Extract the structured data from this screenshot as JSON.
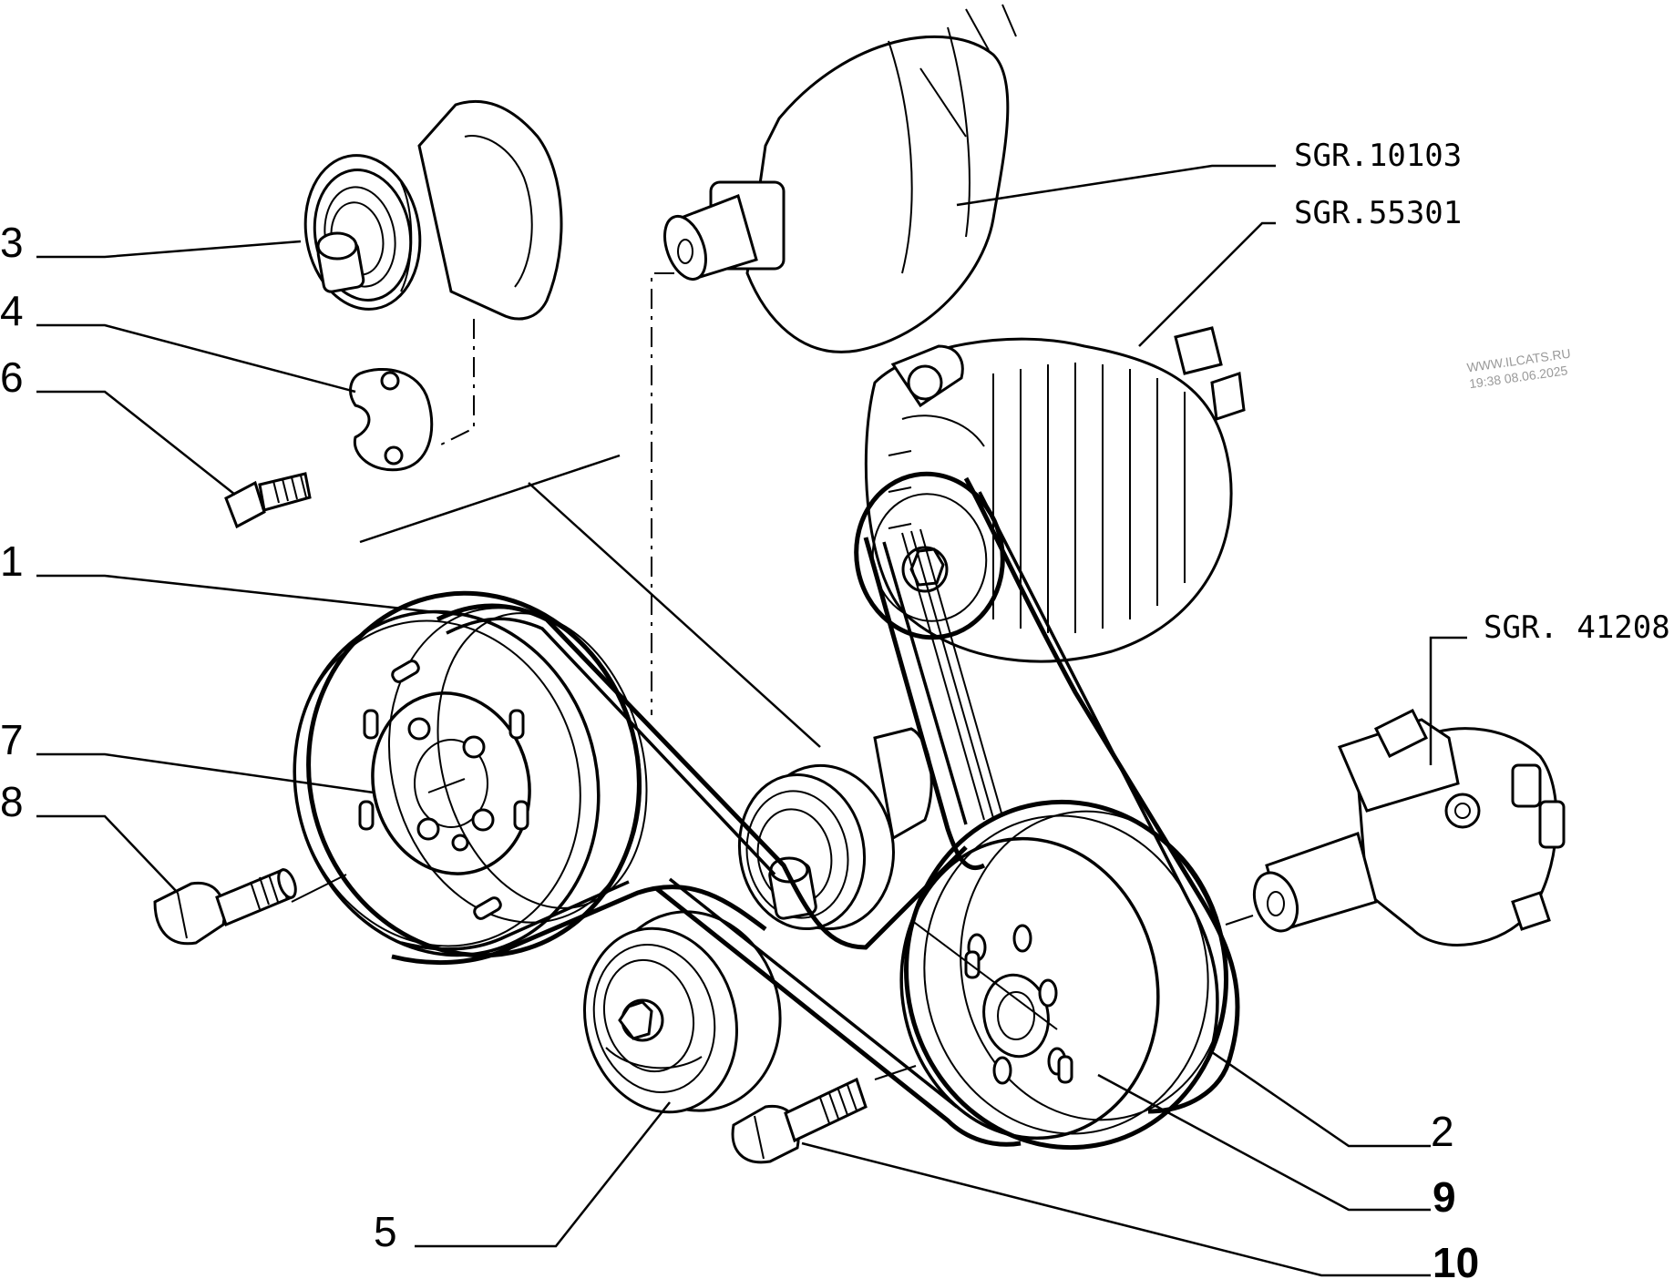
{
  "callouts": {
    "c1": "1",
    "c2": "2",
    "c3": "3",
    "c4": "4",
    "c5": "5",
    "c6": "6",
    "c7": "7",
    "c8": "8",
    "c9": "9",
    "c10": "10"
  },
  "references": {
    "crankshaft": "SGR.10103",
    "alternator": "SGR.55301",
    "power_steering_pump": "SGR. 41208"
  },
  "watermark": {
    "site": "WWW.ILCATS.RU",
    "timestamp": "19:38 08.06.2025"
  }
}
